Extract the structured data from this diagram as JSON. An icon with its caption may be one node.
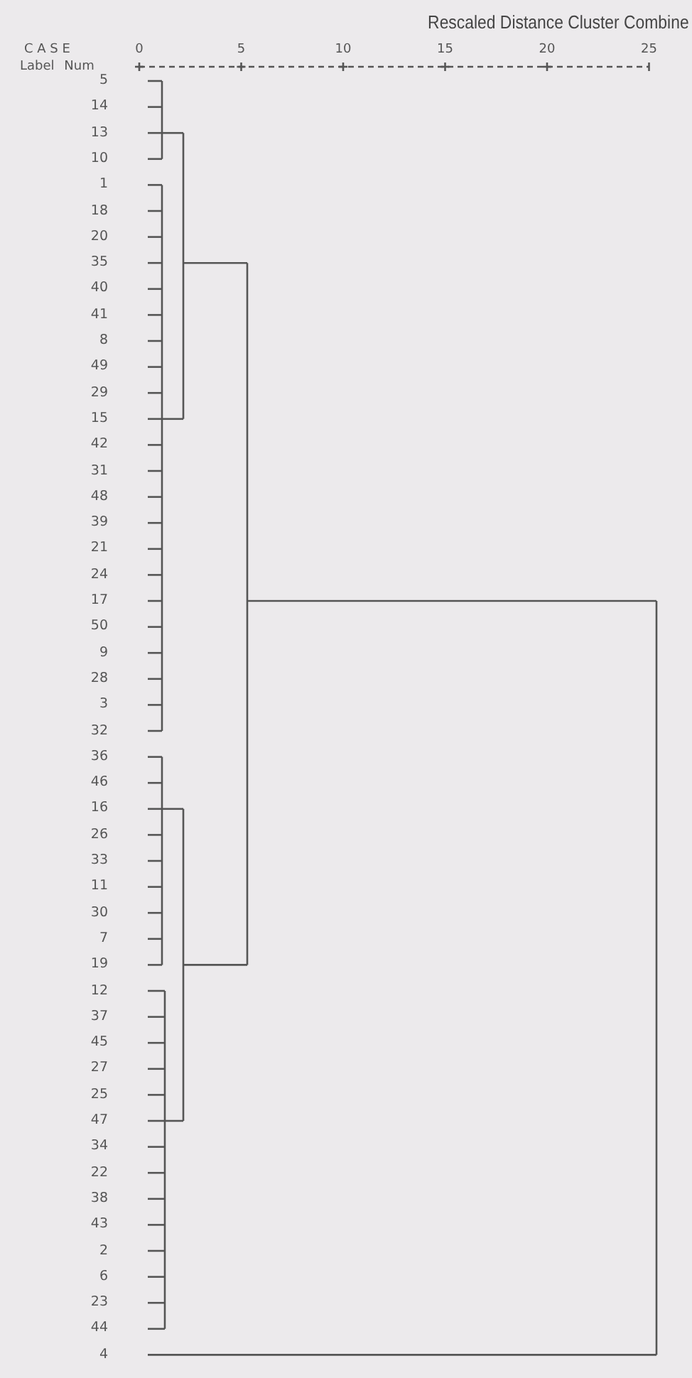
{
  "diagram": {
    "title": "Rescaled Distance Cluster Combine",
    "labels": [
      "C A S E",
      "0",
      "5",
      "10",
      "15",
      "20",
      "25",
      "Label Num",
      "5",
      "14",
      "13",
      "10",
      "1",
      "18",
      "20",
      "35",
      "40",
      "41",
      "8",
      "49",
      "29",
      "15",
      "42",
      "31",
      "48",
      "39",
      "21",
      "24",
      "17",
      "50",
      "9",
      "28",
      "3",
      "32",
      "36",
      "46",
      "16",
      "26",
      "33",
      "11",
      "30",
      "7",
      "19",
      "12",
      "37",
      "45",
      "27",
      "25",
      "47",
      "34",
      "22",
      "38",
      "43",
      "2",
      "6",
      "23",
      "44",
      "4"
    ]
  }
}
